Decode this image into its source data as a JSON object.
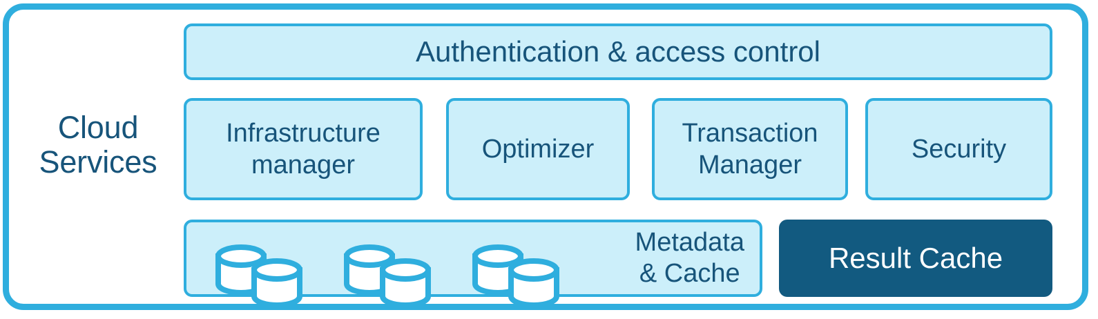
{
  "diagram": {
    "title": "Cloud Services",
    "side_label": "Cloud\nServices",
    "colors": {
      "frame_border": "#2FAEDE",
      "panel_fill": "#CCEFFA",
      "panel_border": "#2FAEDE",
      "panel_text": "#17547A",
      "dark_panel_fill": "#125A80",
      "dark_panel_text": "#FFFFFF",
      "canvas": "#FFFFFF"
    },
    "rows": {
      "top": {
        "banner_label": "Authentication & access control"
      },
      "middle": {
        "services": [
          {
            "label": "Infrastructure\nmanager"
          },
          {
            "label": "Optimizer"
          },
          {
            "label": "Transaction\nManager"
          },
          {
            "label": "Security"
          }
        ]
      },
      "bottom": {
        "metadata_label": "Metadata\n& Cache",
        "database_groups": [
          {
            "name": "database-cylinder-pair"
          },
          {
            "name": "database-cylinder-pair"
          },
          {
            "name": "database-cylinder-pair"
          }
        ],
        "result_cache_label": "Result Cache"
      }
    }
  }
}
